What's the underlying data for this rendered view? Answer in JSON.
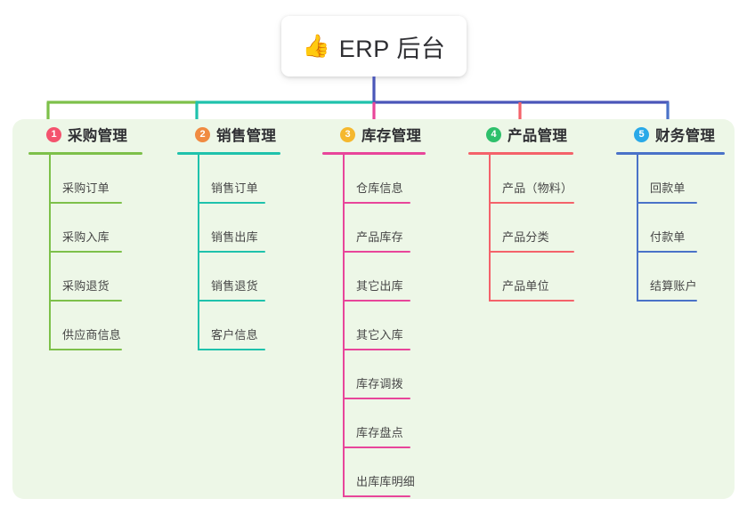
{
  "root": {
    "icon": "thumbs-up-icon",
    "icon_glyph": "👍",
    "title": "ERP 后台"
  },
  "palette": {
    "panel_bg": "#edf7e7",
    "page_bg": "#ffffff",
    "stem": "#4a56b9",
    "text": "#2f2f33"
  },
  "columns": [
    {
      "index": "1",
      "title": "采购管理",
      "badge_color": "#f4536e",
      "line_color": "#7dc04a",
      "items": [
        {
          "label": "采购订单"
        },
        {
          "label": "采购入库"
        },
        {
          "label": "采购退货"
        },
        {
          "label": "供应商信息"
        }
      ]
    },
    {
      "index": "2",
      "title": "销售管理",
      "badge_color": "#f08b42",
      "line_color": "#1fc2ac",
      "items": [
        {
          "label": "销售订单"
        },
        {
          "label": "销售出库"
        },
        {
          "label": "销售退货"
        },
        {
          "label": "客户信息"
        }
      ]
    },
    {
      "index": "3",
      "title": "库存管理",
      "badge_color": "#f5b82e",
      "line_color": "#e8459a",
      "items": [
        {
          "label": "仓库信息"
        },
        {
          "label": "产品库存"
        },
        {
          "label": "其它出库"
        },
        {
          "label": "其它入库"
        },
        {
          "label": "库存调拨"
        },
        {
          "label": "库存盘点"
        },
        {
          "label": "出库库明细"
        }
      ]
    },
    {
      "index": "4",
      "title": "产品管理",
      "badge_color": "#2ec06b",
      "line_color": "#f4626a",
      "items": [
        {
          "label": "产品（物料）"
        },
        {
          "label": "产品分类"
        },
        {
          "label": "产品单位"
        }
      ]
    },
    {
      "index": "5",
      "title": "财务管理",
      "badge_color": "#29a9e8",
      "line_color": "#4a72c8",
      "items": [
        {
          "label": "回款单"
        },
        {
          "label": "付款单"
        },
        {
          "label": "结算账户"
        }
      ]
    }
  ]
}
